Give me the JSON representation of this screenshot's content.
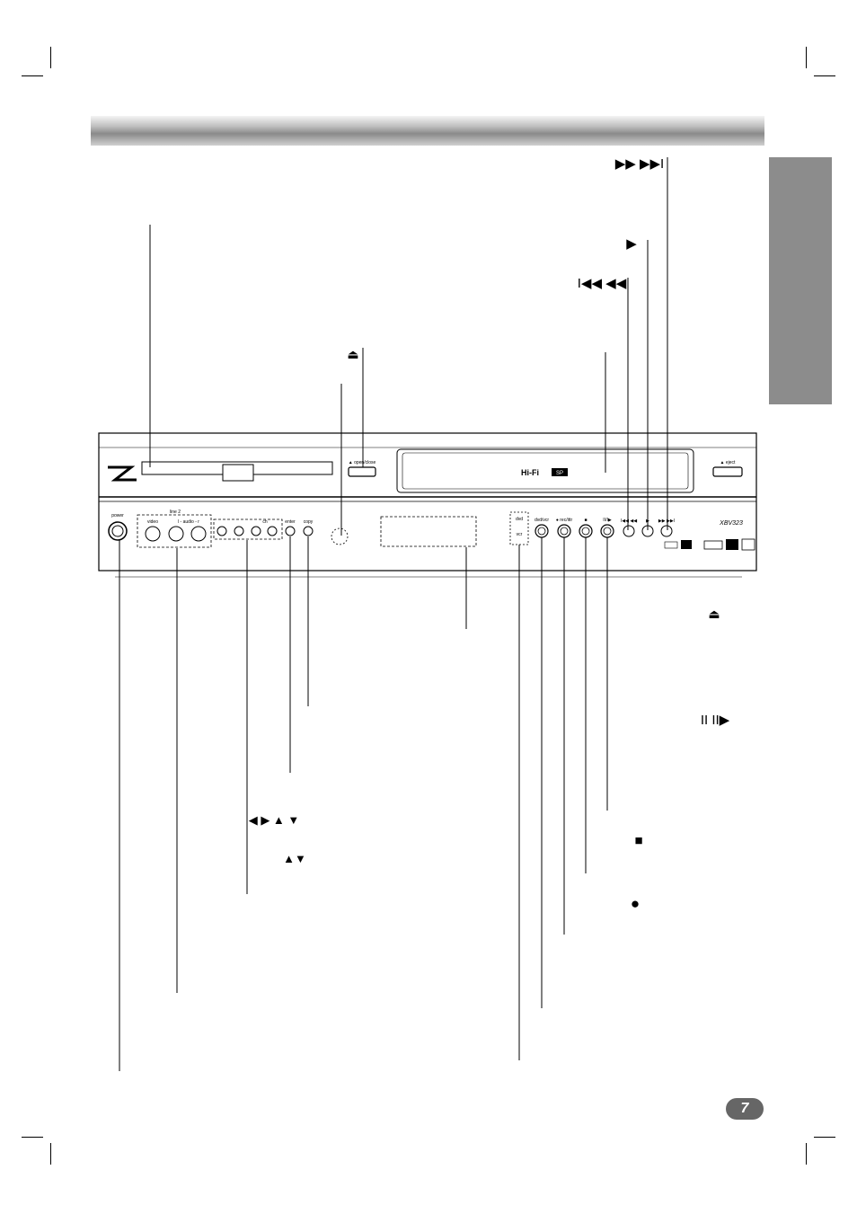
{
  "page": {
    "page_number": "7"
  },
  "device": {
    "model": "XBV323",
    "hifi_label": "Hi-Fi",
    "hifi_badge": "SP",
    "panel_labels": {
      "open_close": "▲ open/close",
      "eject": "▲ eject",
      "power": "power",
      "line2": "line 2",
      "video": "video",
      "audio": "l - audio - r",
      "enter": "enter",
      "copy": "copy",
      "dvd": "dvd",
      "vcr": "vcr",
      "dvd_vcr": "dvd/vcr",
      "rec_ittr": "● rec/ittr",
      "stop": "■",
      "pause": "II/I▶",
      "rewind_skip": "I◀◀ ◀◀",
      "play": "▶",
      "ffwd_skip": "▶▶ ▶▶I",
      "ch": "ch"
    }
  },
  "callouts": {
    "ffwd_skip_symbol": "▶▶ ▶▶I",
    "play_symbol": "▶",
    "rewind_skip_symbol": "I◀◀ ◀◀",
    "eject_symbol": "⏏",
    "vcr_eject_symbol": "⏏",
    "pause_step_symbol": "II II▶",
    "arrows_symbol": "◀ ▶ ▲ ▼",
    "ch_symbol": "▲▼",
    "stop_symbol": "■",
    "rec_symbol": "●"
  }
}
